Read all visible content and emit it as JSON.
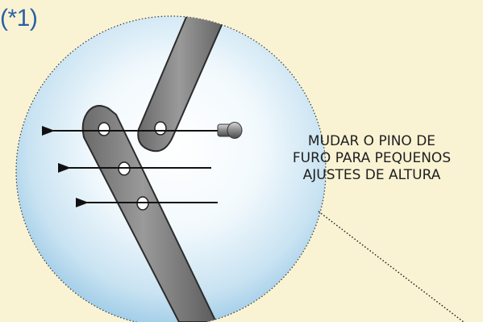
{
  "reference_label": "(*1)",
  "callout": {
    "line1": "MUDAR O PINO DE",
    "line2": "FURO PARA PEQUENOS",
    "line3": "AJUSTES DE ALTURA"
  },
  "colors": {
    "background": "#faf3d3",
    "magnifier_center": "#ffffff",
    "magnifier_edge": "#a9cfe8",
    "bar_fill": "#8e8e8e",
    "bar_outline": "#2c2c2c",
    "reference_label": "#2b5fa6",
    "text": "#1f1f1f"
  },
  "icons": [
    "pin-icon",
    "direction-arrow-icon",
    "leader-line-icon"
  ]
}
